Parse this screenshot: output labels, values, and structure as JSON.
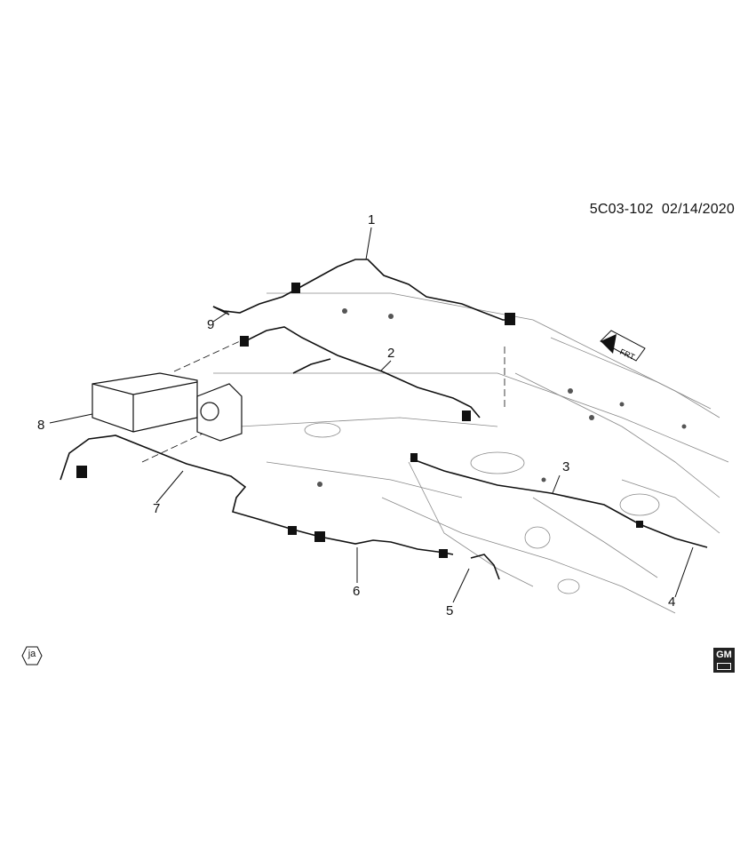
{
  "diagram": {
    "code": "5C03-102",
    "date": "02/14/2020",
    "arrow_text": "FRT",
    "badge": "ja",
    "logo": "GM",
    "callouts": [
      "1",
      "2",
      "3",
      "4",
      "5",
      "6",
      "7",
      "8",
      "9"
    ]
  }
}
